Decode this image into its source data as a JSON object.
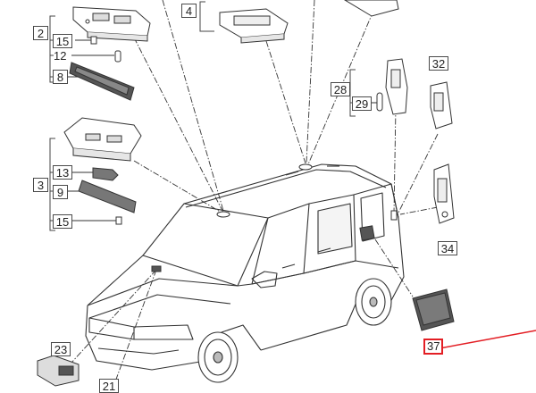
{
  "diagram": {
    "background": "#ffffff",
    "line_color": "#333333",
    "highlight_color": "#e31e24",
    "part_labels": {
      "p2": "2",
      "p3": "3",
      "p4": "4",
      "p8": "8",
      "p9": "9",
      "p12": "12",
      "p13": "13",
      "p15a": "15",
      "p15b": "15",
      "p21": "21",
      "p23": "23",
      "p28": "28",
      "p29": "29",
      "p32": "32",
      "p34": "34",
      "p37": "37"
    },
    "highlighted_part": "37"
  }
}
